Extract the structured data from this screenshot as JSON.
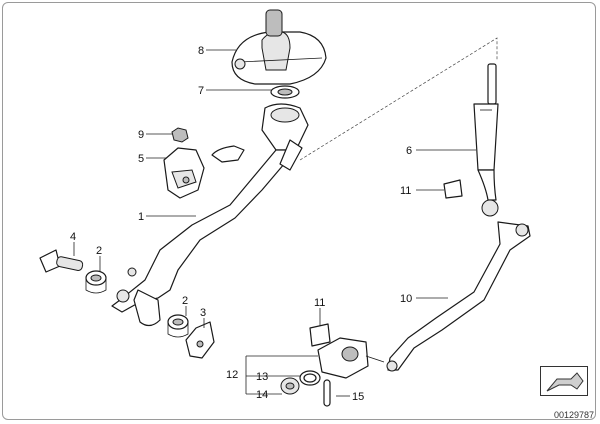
{
  "diagram": {
    "reference_number": "00129787",
    "callouts": [
      {
        "id": "c8",
        "label": "8"
      },
      {
        "id": "c7",
        "label": "7"
      },
      {
        "id": "c9",
        "label": "9"
      },
      {
        "id": "c5",
        "label": "5"
      },
      {
        "id": "c6",
        "label": "6"
      },
      {
        "id": "c11a",
        "label": "11"
      },
      {
        "id": "c1",
        "label": "1"
      },
      {
        "id": "c4",
        "label": "4"
      },
      {
        "id": "c2a",
        "label": "2"
      },
      {
        "id": "c2b",
        "label": "2"
      },
      {
        "id": "c3",
        "label": "3"
      },
      {
        "id": "c11b",
        "label": "11"
      },
      {
        "id": "c10",
        "label": "10"
      },
      {
        "id": "c12",
        "label": "12"
      },
      {
        "id": "c13",
        "label": "13"
      },
      {
        "id": "c14",
        "label": "14"
      },
      {
        "id": "c15",
        "label": "15"
      }
    ]
  }
}
